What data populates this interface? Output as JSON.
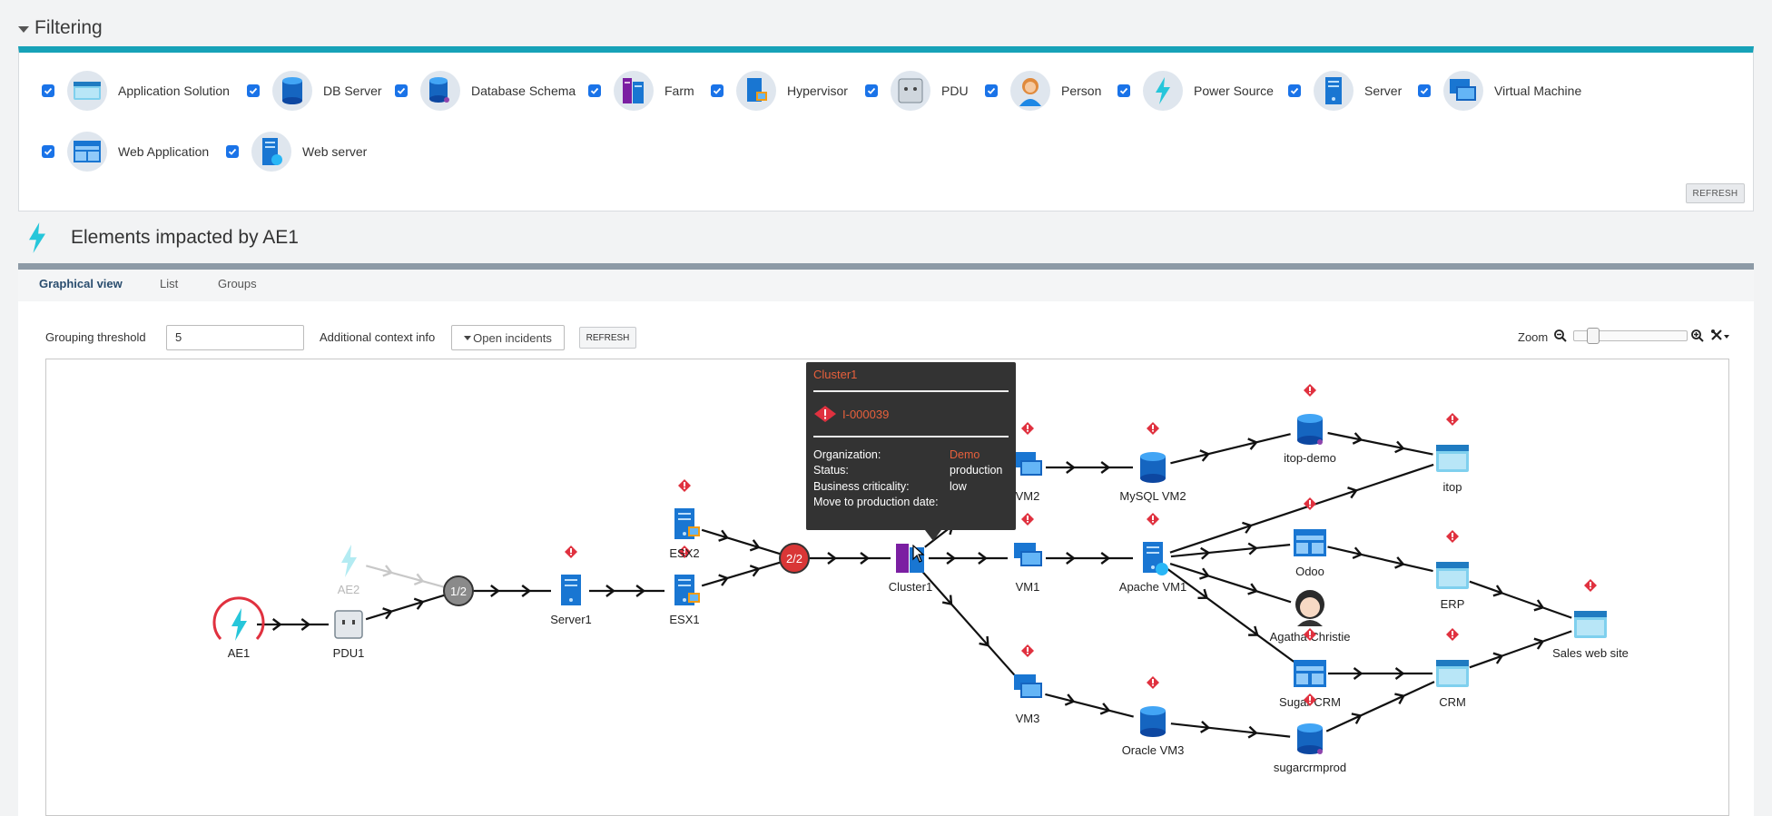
{
  "filtering": {
    "title": "Filtering",
    "items": [
      {
        "label": "Application Solution",
        "icon": "application-solution-icon",
        "checked": true
      },
      {
        "label": "DB Server",
        "icon": "db-server-icon",
        "checked": true
      },
      {
        "label": "Database Schema",
        "icon": "database-schema-icon",
        "checked": true
      },
      {
        "label": "Farm",
        "icon": "farm-icon",
        "checked": true
      },
      {
        "label": "Hypervisor",
        "icon": "hypervisor-icon",
        "checked": true
      },
      {
        "label": "PDU",
        "icon": "pdu-icon",
        "checked": true
      },
      {
        "label": "Person",
        "icon": "person-icon",
        "checked": true
      },
      {
        "label": "Power Source",
        "icon": "power-source-icon",
        "checked": true
      },
      {
        "label": "Server",
        "icon": "server-icon",
        "checked": true
      },
      {
        "label": "Virtual Machine",
        "icon": "virtual-machine-icon",
        "checked": true
      },
      {
        "label": "Web Application",
        "icon": "web-application-icon",
        "checked": true
      },
      {
        "label": "Web server",
        "icon": "web-server-icon",
        "checked": true
      }
    ],
    "refresh_label": "REFRESH"
  },
  "impact": {
    "title": "Elements impacted by AE1",
    "tabs": [
      "Graphical view",
      "List",
      "Groups"
    ],
    "active_tab": "Graphical view"
  },
  "toolbar": {
    "grouping_label": "Grouping threshold",
    "grouping_value": "5",
    "context_label": "Additional context info",
    "context_value": "Open incidents",
    "refresh_label": "REFRESH",
    "zoom_label": "Zoom"
  },
  "graph": {
    "nodes": [
      {
        "id": "AE1",
        "label": "AE1",
        "type": "power-source"
      },
      {
        "id": "AE2",
        "label": "AE2",
        "type": "power-source"
      },
      {
        "id": "PDU1",
        "label": "PDU1",
        "type": "pdu"
      },
      {
        "id": "g12",
        "label": "1/2",
        "type": "group"
      },
      {
        "id": "Server1",
        "label": "Server1",
        "type": "server"
      },
      {
        "id": "ESX1",
        "label": "ESX1",
        "type": "hypervisor"
      },
      {
        "id": "ESX2",
        "label": "ESX2",
        "type": "hypervisor"
      },
      {
        "id": "g22",
        "label": "2/2",
        "type": "group"
      },
      {
        "id": "Cluster1",
        "label": "Cluster1",
        "type": "farm"
      },
      {
        "id": "VM1",
        "label": "VM1",
        "type": "vm"
      },
      {
        "id": "VM2",
        "label": "VM2",
        "type": "vm"
      },
      {
        "id": "VM3",
        "label": "VM3",
        "type": "vm"
      },
      {
        "id": "MySQLVM2",
        "label": "MySQL VM2",
        "type": "db"
      },
      {
        "id": "ApacheVM1",
        "label": "Apache VM1",
        "type": "webserver"
      },
      {
        "id": "OracleVM3",
        "label": "Oracle VM3",
        "type": "db"
      },
      {
        "id": "itopdemo",
        "label": "itop-demo",
        "type": "schema"
      },
      {
        "id": "Odoo",
        "label": "Odoo",
        "type": "webapp"
      },
      {
        "id": "Agatha",
        "label": "Agatha Christie",
        "type": "person"
      },
      {
        "id": "SugarCRM",
        "label": "Sugar CRM",
        "type": "webapp"
      },
      {
        "id": "sugarcrmprod",
        "label": "sugarcrmprod",
        "type": "schema"
      },
      {
        "id": "itop",
        "label": "itop",
        "type": "appsol"
      },
      {
        "id": "ERP",
        "label": "ERP",
        "type": "appsol"
      },
      {
        "id": "CRM",
        "label": "CRM",
        "type": "appsol"
      },
      {
        "id": "Sales",
        "label": "Sales web site",
        "type": "appsol"
      }
    ],
    "edges": [
      [
        "AE1",
        "PDU1"
      ],
      [
        "AE2",
        "g12"
      ],
      [
        "PDU1",
        "g12"
      ],
      [
        "g12",
        "Server1"
      ],
      [
        "Server1",
        "ESX1"
      ],
      [
        "ESX1",
        "g22"
      ],
      [
        "ESX2",
        "g22"
      ],
      [
        "g22",
        "Cluster1"
      ],
      [
        "Cluster1",
        "VM1"
      ],
      [
        "Cluster1",
        "VM2"
      ],
      [
        "Cluster1",
        "VM3"
      ],
      [
        "VM2",
        "MySQLVM2"
      ],
      [
        "VM1",
        "ApacheVM1"
      ],
      [
        "VM3",
        "OracleVM3"
      ],
      [
        "MySQLVM2",
        "itopdemo"
      ],
      [
        "ApacheVM1",
        "itop"
      ],
      [
        "ApacheVM1",
        "Odoo"
      ],
      [
        "ApacheVM1",
        "Agatha"
      ],
      [
        "ApacheVM1",
        "SugarCRM"
      ],
      [
        "OracleVM3",
        "sugarcrmprod"
      ],
      [
        "itopdemo",
        "itop"
      ],
      [
        "Odoo",
        "ERP"
      ],
      [
        "SugarCRM",
        "CRM"
      ],
      [
        "sugarcrmprod",
        "CRM"
      ],
      [
        "ERP",
        "Sales"
      ],
      [
        "CRM",
        "Sales"
      ]
    ],
    "incident_nodes": [
      "ESX2",
      "ESX1",
      "Server1",
      "Cluster1",
      "VM2",
      "VM1",
      "VM3",
      "MySQLVM2",
      "ApacheVM1",
      "OracleVM3",
      "itopdemo",
      "Odoo",
      "SugarCRM",
      "sugarcrmprod",
      "itop",
      "ERP",
      "CRM",
      "Sales"
    ]
  },
  "tooltip": {
    "title": "Cluster1",
    "incident": "I-000039",
    "fields": [
      {
        "key": "Organization:",
        "value": "Demo"
      },
      {
        "key": "Status:",
        "value": "production"
      },
      {
        "key": "Business criticality:",
        "value": "low"
      },
      {
        "key": "Move to production date:",
        "value": ""
      }
    ]
  },
  "colors": {
    "accent": "#17a2b8",
    "incident": "#e0313f",
    "link": "#e8603c",
    "checkbox": "#1a73e8"
  }
}
